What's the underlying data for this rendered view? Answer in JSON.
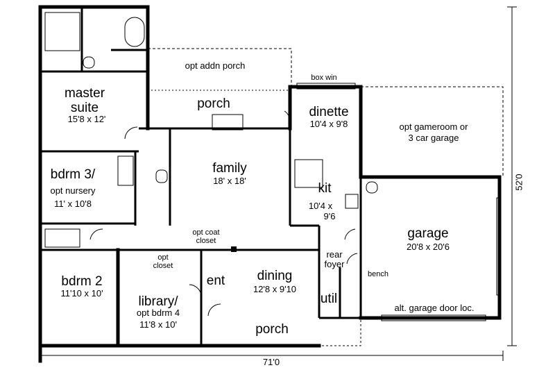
{
  "rooms": {
    "master": {
      "name_line1": "master",
      "name_line2": "suite",
      "dims": "15'8 x 12'"
    },
    "bdrm3": {
      "name": "bdrm 3/",
      "sub": "opt nursery",
      "dims": "11' x 10'8"
    },
    "bdrm2": {
      "name": "bdrm 2",
      "dims": "11'10 x 10'"
    },
    "library": {
      "name": "library/",
      "sub": "opt bdrm 4",
      "dims": "11'8 x 10'"
    },
    "family": {
      "name": "family",
      "dims": "18' x 18'"
    },
    "dinette": {
      "name": "dinette",
      "dims": "10'4 x 9'8"
    },
    "kit": {
      "name": "kit",
      "dims_line1": "10'4 x",
      "dims_line2": "9'6"
    },
    "dining": {
      "name": "dining",
      "dims": "12'8 x 9'10"
    },
    "garage": {
      "name": "garage",
      "dims": "20'8 x 20'6"
    },
    "ent": {
      "name": "ent"
    },
    "util": {
      "name": "util"
    },
    "rear_foyer": {
      "line1": "rear",
      "line2": "foyer"
    }
  },
  "labels": {
    "opt_addn_porch": "opt addn porch",
    "porch_back": "porch",
    "porch_front": "porch",
    "box_win": "box win",
    "opt_gameroom_1": "opt gameroom or",
    "opt_gameroom_2": "3 car garage",
    "opt_coat_1": "opt coat",
    "opt_coat_2": "closet",
    "opt_closet_1": "opt",
    "opt_closet_2": "closet",
    "bench": "bench",
    "alt_garage": "alt. garage door loc."
  },
  "dimensions": {
    "width": "71'0",
    "depth": "52'0"
  }
}
